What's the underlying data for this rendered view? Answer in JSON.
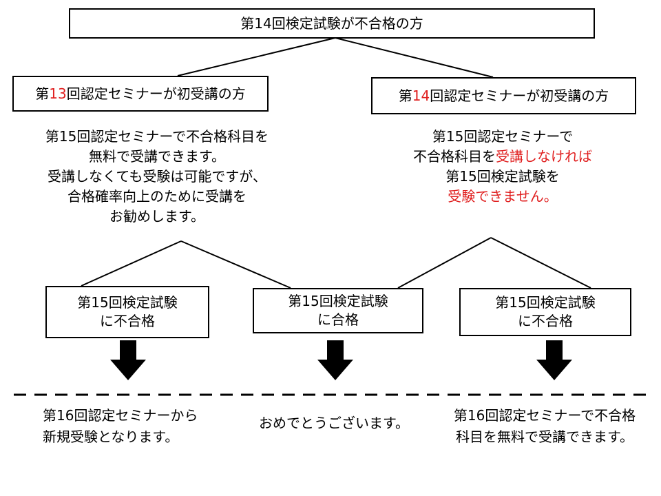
{
  "top_box": "第14回検定試験が不合格の方",
  "left_box": {
    "pre": "第",
    "num": "13",
    "post": "回認定セミナーが初受講の方"
  },
  "right_box": {
    "pre": "第",
    "num": "14",
    "post": "回認定セミナーが初受講の方"
  },
  "left_desc": [
    "第15回認定セミナーで不合格科目を",
    "無料で受講できます。",
    "受講しなくても受験は可能ですが、",
    "合格確率向上のために受講を",
    "お勧めします。"
  ],
  "right_desc": {
    "line1": "第15回認定セミナーで",
    "line2_pre": "不合格科目を",
    "line2_red": "受講しなければ",
    "line3": "第15回検定試験を",
    "line4_red": "受験できません。"
  },
  "result_boxes": [
    {
      "line1": "第15回検定試験",
      "line2": "に不合格"
    },
    {
      "line1": "第15回検定試験",
      "line2": "に合格"
    },
    {
      "line1": "第15回検定試験",
      "line2": "に不合格"
    }
  ],
  "bottom": [
    [
      "第16回認定セミナーから",
      "新規受験となります。"
    ],
    [
      "おめでとうございます。"
    ],
    [
      "第16回認定セミナーで不合格",
      "科目を無料で受講できます。"
    ]
  ],
  "colors": {
    "accent_red": "#e02020",
    "line": "#000000"
  }
}
